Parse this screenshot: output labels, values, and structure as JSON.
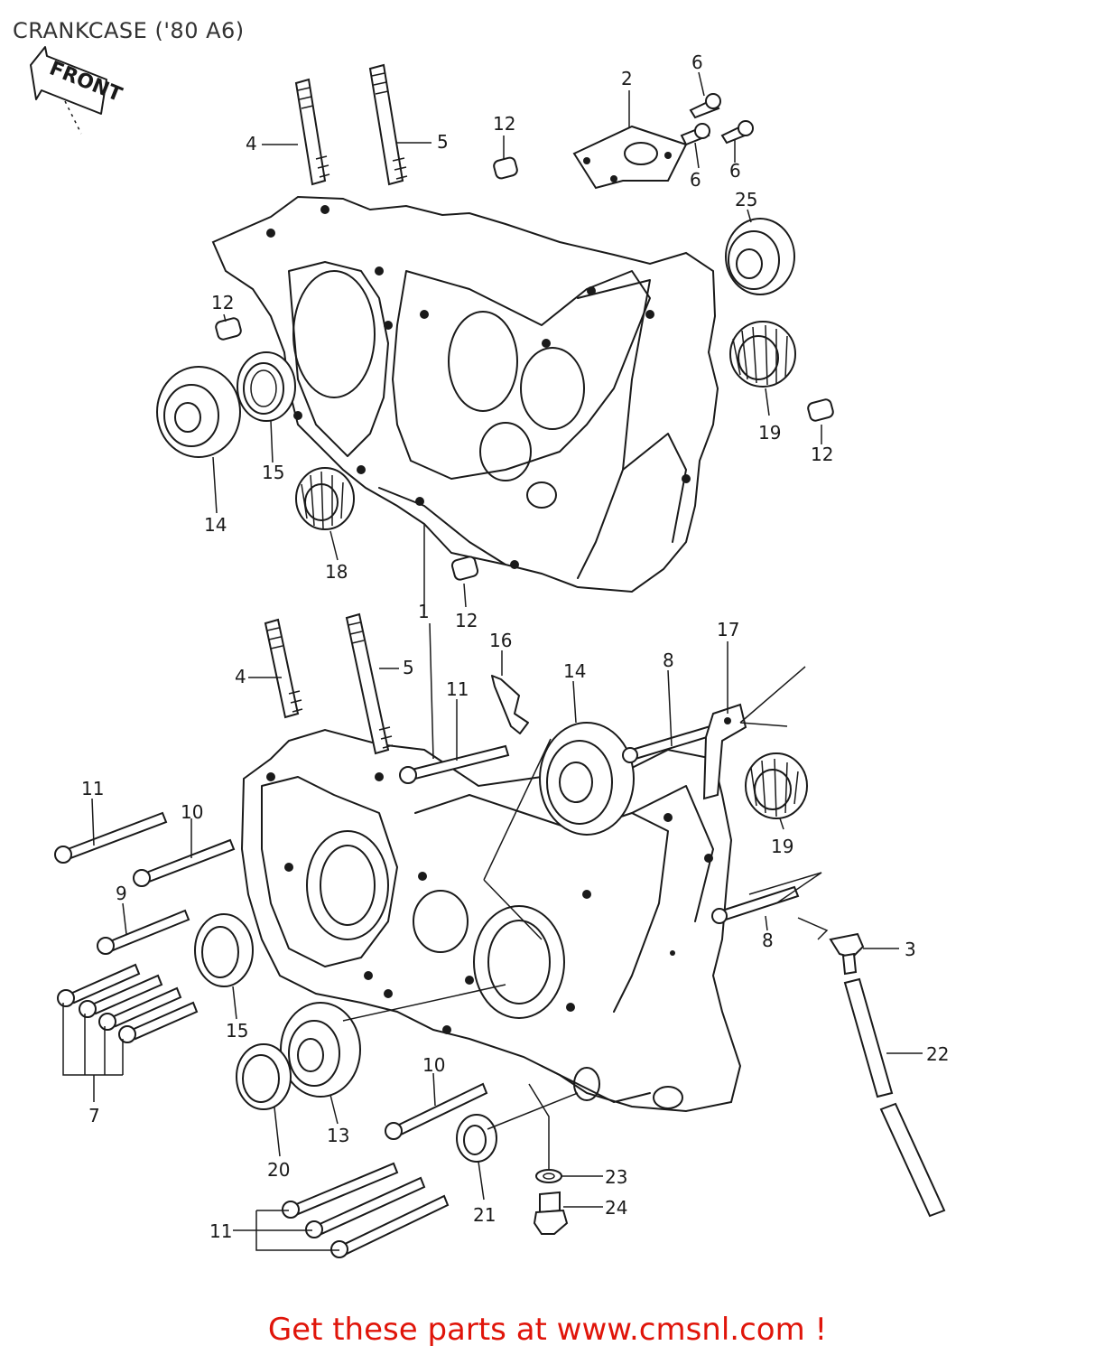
{
  "title": "CRANKCASE ('80 A6)",
  "front_label": "FRONT",
  "footer": "Get these parts at www.cmsnl.com !",
  "callouts": [
    {
      "id": "c1",
      "text": "1"
    },
    {
      "id": "c2",
      "text": "2"
    },
    {
      "id": "c3",
      "text": "3"
    },
    {
      "id": "c4a",
      "text": "4"
    },
    {
      "id": "c4b",
      "text": "4"
    },
    {
      "id": "c5a",
      "text": "5"
    },
    {
      "id": "c5b",
      "text": "5"
    },
    {
      "id": "c6a",
      "text": "6"
    },
    {
      "id": "c6b",
      "text": "6"
    },
    {
      "id": "c6c",
      "text": "6"
    },
    {
      "id": "c7",
      "text": "7"
    },
    {
      "id": "c8a",
      "text": "8"
    },
    {
      "id": "c8b",
      "text": "8"
    },
    {
      "id": "c9",
      "text": "9"
    },
    {
      "id": "c10a",
      "text": "10"
    },
    {
      "id": "c10b",
      "text": "10"
    },
    {
      "id": "c11a",
      "text": "11"
    },
    {
      "id": "c11b",
      "text": "11"
    },
    {
      "id": "c11c",
      "text": "11"
    },
    {
      "id": "c12a",
      "text": "12"
    },
    {
      "id": "c12b",
      "text": "12"
    },
    {
      "id": "c12c",
      "text": "12"
    },
    {
      "id": "c12d",
      "text": "12"
    },
    {
      "id": "c13",
      "text": "13"
    },
    {
      "id": "c14a",
      "text": "14"
    },
    {
      "id": "c14b",
      "text": "14"
    },
    {
      "id": "c15a",
      "text": "15"
    },
    {
      "id": "c15b",
      "text": "15"
    },
    {
      "id": "c16",
      "text": "16"
    },
    {
      "id": "c17",
      "text": "17"
    },
    {
      "id": "c18",
      "text": "18"
    },
    {
      "id": "c19a",
      "text": "19"
    },
    {
      "id": "c19b",
      "text": "19"
    },
    {
      "id": "c20",
      "text": "20"
    },
    {
      "id": "c21",
      "text": "21"
    },
    {
      "id": "c22",
      "text": "22"
    },
    {
      "id": "c23",
      "text": "23"
    },
    {
      "id": "c24",
      "text": "24"
    },
    {
      "id": "c25",
      "text": "25"
    }
  ]
}
